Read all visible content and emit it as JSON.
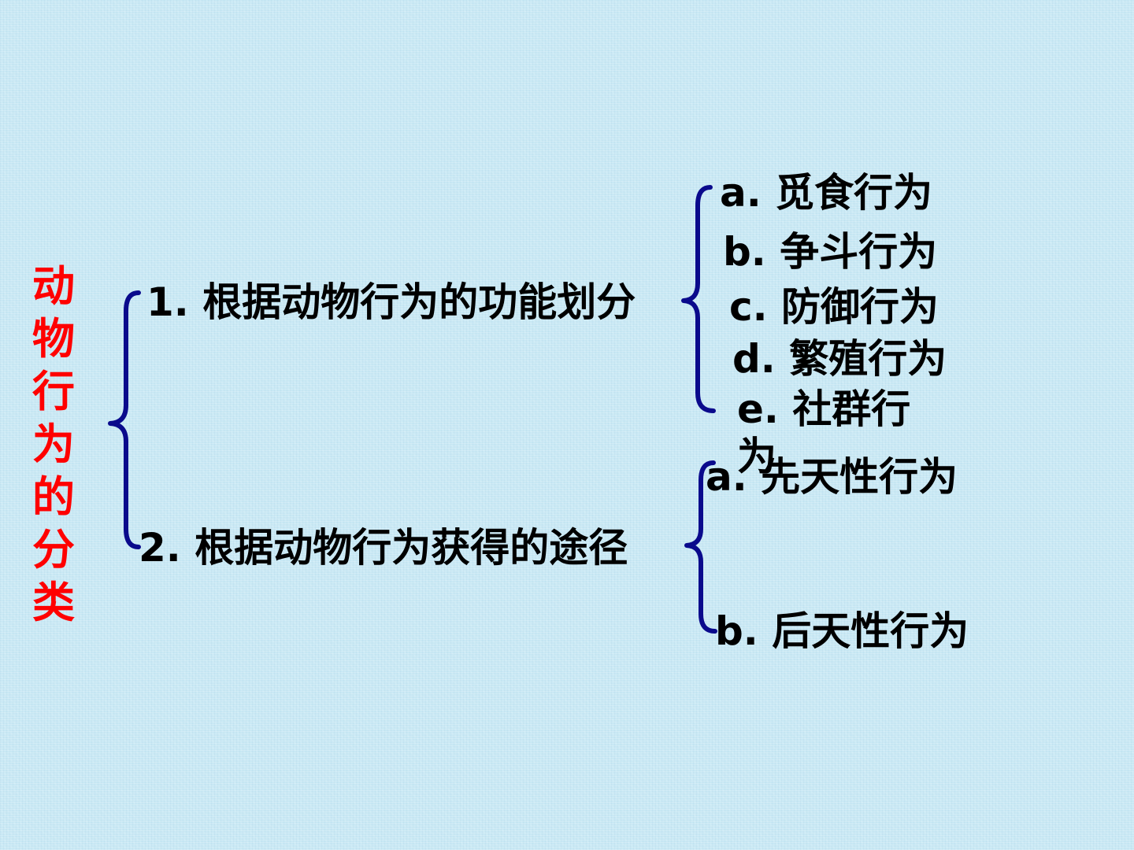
{
  "root": {
    "title": "动物行为的分类"
  },
  "colors": {
    "root_text": "#ff0000",
    "brace": "#0a0a8c",
    "text": "#000000",
    "background": "#c8e8f4"
  },
  "branches": [
    {
      "label": "1. 根据动物行为的功能划分",
      "items": [
        "a. 觅食行为",
        "b. 争斗行为",
        "c. 防御行为",
        "d. 繁殖行为",
        "e. 社群行为"
      ]
    },
    {
      "label": "2. 根据动物行为获得的途径",
      "items": [
        "a. 先天性行为",
        "b. 后天性行为"
      ]
    }
  ]
}
